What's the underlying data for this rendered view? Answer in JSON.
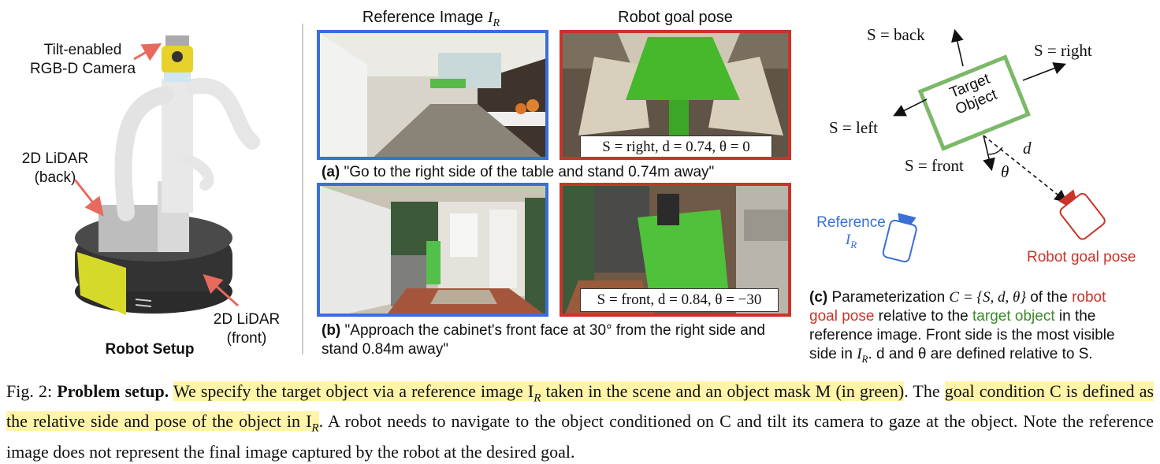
{
  "robot": {
    "camera_label_1": "Tilt-enabled",
    "camera_label_2": "RGB-D Camera",
    "lidar_back_1": "2D LiDAR",
    "lidar_back_2": "(back)",
    "lidar_front_1": "2D LiDAR",
    "lidar_front_2": "(front)",
    "title": "Robot Setup"
  },
  "middle": {
    "ref_header": "Reference Image",
    "ref_header_sym": "I",
    "ref_header_sub": "R",
    "goal_header": "Robot goal pose",
    "eq_a": "S = right, d = 0.74, θ = 0",
    "eq_b": "S = front, d = 0.84, θ = −30",
    "cap_a_label": "(a)",
    "cap_a_text": "\"Go to the right side of the table and stand 0.74m away\"",
    "cap_b_label": "(b)",
    "cap_b_text_1": "\"Approach the cabinet's front face at 30° from the right side and",
    "cap_b_text_2": "stand 0.84m away\""
  },
  "param": {
    "s_back": "S = back",
    "s_right": "S = right",
    "s_left": "S = left",
    "s_front": "S = front",
    "d": "d",
    "theta": "θ",
    "target_1": "Target",
    "target_2": "Object",
    "reference": "Reference",
    "reference_sym": "I",
    "reference_sub": "R",
    "robot_goal": "Robot goal pose",
    "cap_label": "(c)",
    "cap_1a": "Parameterization ",
    "cap_1b": "C = {S, d, θ}",
    "cap_1c": " of the ",
    "cap_1d": "robot",
    "cap_2a": "goal pose",
    "cap_2b": " relative to the ",
    "cap_2c": "target object",
    "cap_2d": " in the",
    "cap_3": "reference image. Front side is the most visible",
    "cap_4a": "side in ",
    "cap_4b": ". d and θ are defined relative to S."
  },
  "caption": {
    "fig": "Fig. 2:",
    "title": "Problem setup.",
    "hl1": "We specify the target object via a reference image I",
    "hl1_sub": "R",
    "hl1b": " taken in the scene and an object mask M (in green)",
    "after1": ". The",
    "hl2": "goal condition C is defined as the relative side and pose of the object in I",
    "hl2_sub": "R",
    "after2": ". A robot needs to navigate to the object conditioned on C and tilt its camera to gaze at the object. Note the reference image does not represent the final image captured by the robot at the desired goal."
  },
  "colors": {
    "blue": "#3a6fd8",
    "red": "#c8342a",
    "green": "#5aa64a",
    "highlight": "#fff4a8"
  }
}
